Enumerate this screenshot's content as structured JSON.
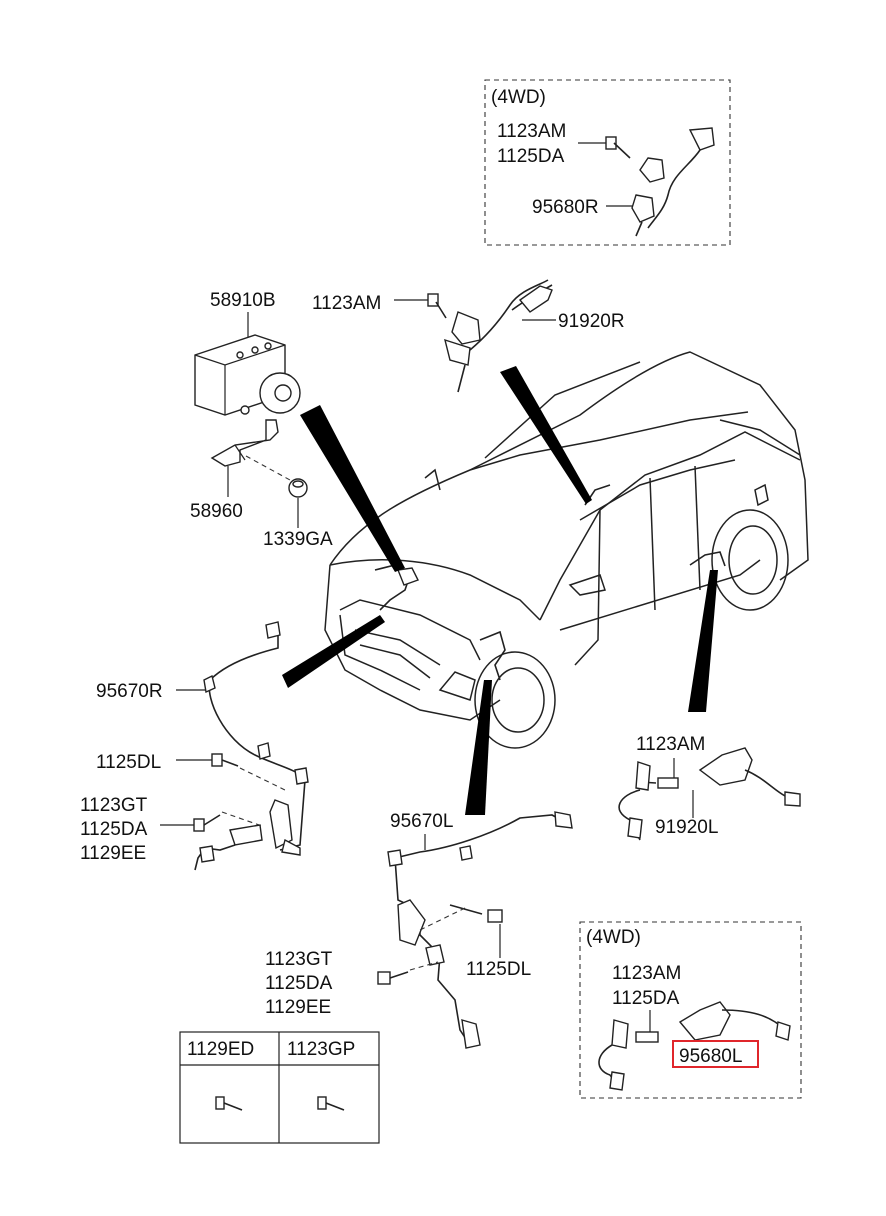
{
  "boxes": {
    "top_4wd_title": "(4WD)",
    "bottom_4wd_title": "(4WD)"
  },
  "labels": {
    "top_1123AM": "1123AM",
    "top_1125DA": "1125DA",
    "top_95680R": "95680R",
    "l_58910B": "58910B",
    "l_1123AM_mid": "1123AM",
    "l_91920R": "91920R",
    "l_58960": "58960",
    "l_1339GA": "1339GA",
    "l_95670R": "95670R",
    "l_1125DL_left": "1125DL",
    "l_1123GT_left": "1123GT",
    "l_1125DA_left": "1125DA",
    "l_1129EE_left": "1129EE",
    "l_95670L": "95670L",
    "l_1123AM_right": "1123AM",
    "l_91920L": "91920L",
    "l_1123GT_mid": "1123GT",
    "l_1125DA_mid": "1125DA",
    "l_1129EE_mid": "1129EE",
    "l_1125DL_mid": "1125DL",
    "bot_1123AM": "1123AM",
    "bot_1125DA": "1125DA",
    "bot_95680L": "95680L"
  },
  "fastener_table": {
    "col1": "1129ED",
    "col2": "1123GP"
  },
  "highlight_color": "#e0262b"
}
